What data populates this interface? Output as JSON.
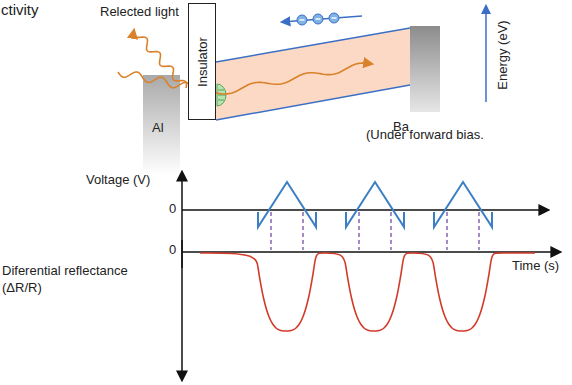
{
  "diagram": {
    "nodes": [
      {
        "text": [
          "Insulator"
        ]
      }
    ],
    "labels": [
      "ctivity",
      "Relected light",
      "Al",
      "Ba",
      "Energy (eV)",
      "(Under forward bias.",
      "Voltage (V)",
      "0",
      "0",
      "Diferential reflectance",
      "(ΔR/R)",
      "Time (s)"
    ]
  }
}
